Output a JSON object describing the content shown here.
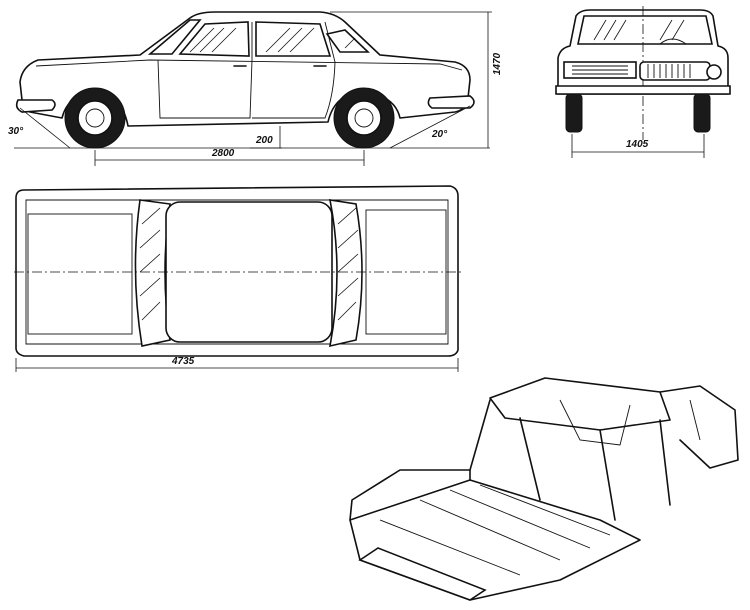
{
  "dimensions": {
    "wheelbase": "2800",
    "ground_clearance": "200",
    "overall_length": "4735",
    "overall_height": "1470",
    "track_width": "1405",
    "approach_angle": "30°",
    "departure_angle": "20°"
  }
}
